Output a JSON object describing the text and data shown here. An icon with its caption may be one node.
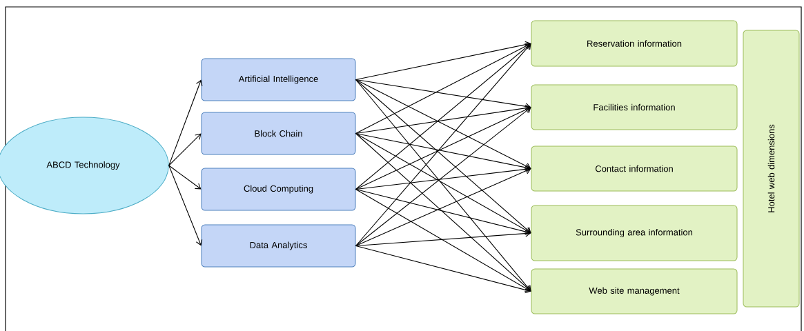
{
  "diagram": {
    "nodes": [
      {
        "text": [
          "ABCD Technology"
        ]
      },
      {
        "text": [
          "Artificial Intelligence"
        ]
      },
      {
        "text": [
          "Block Chain"
        ]
      },
      {
        "text": [
          "Cloud Computing"
        ]
      },
      {
        "text": [
          "Data Analytics"
        ]
      },
      {
        "text": [
          "Reservation information"
        ]
      },
      {
        "text": [
          "Facilities information"
        ]
      },
      {
        "text": [
          "Contact information"
        ]
      },
      {
        "text": [
          "Surrounding area information"
        ]
      },
      {
        "text": [
          "Web site management"
        ]
      },
      {
        "text": [
          "Hotel web dimensions"
        ]
      }
    ],
    "edges": [
      {
        "from": 0,
        "to": 1,
        "arrow": "to"
      },
      {
        "from": 0,
        "to": 2,
        "arrow": "to"
      },
      {
        "from": 0,
        "to": 3,
        "arrow": "to"
      },
      {
        "from": 0,
        "to": 4,
        "arrow": "to"
      },
      {
        "from": 1,
        "to": 5,
        "arrow": "to"
      },
      {
        "from": 1,
        "to": 6,
        "arrow": "to"
      },
      {
        "from": 1,
        "to": 7,
        "arrow": "to"
      },
      {
        "from": 1,
        "to": 8,
        "arrow": "to"
      },
      {
        "from": 1,
        "to": 9,
        "arrow": "to"
      },
      {
        "from": 2,
        "to": 5,
        "arrow": "to"
      },
      {
        "from": 2,
        "to": 6,
        "arrow": "to"
      },
      {
        "from": 2,
        "to": 7,
        "arrow": "to"
      },
      {
        "from": 2,
        "to": 8,
        "arrow": "to"
      },
      {
        "from": 2,
        "to": 9,
        "arrow": "to"
      },
      {
        "from": 3,
        "to": 5,
        "arrow": "to"
      },
      {
        "from": 3,
        "to": 6,
        "arrow": "to"
      },
      {
        "from": 3,
        "to": 7,
        "arrow": "to"
      },
      {
        "from": 3,
        "to": 8,
        "arrow": "to"
      },
      {
        "from": 3,
        "to": 9,
        "arrow": "to"
      },
      {
        "from": 4,
        "to": 5,
        "arrow": "to"
      },
      {
        "from": 4,
        "to": 6,
        "arrow": "to"
      },
      {
        "from": 4,
        "to": 7,
        "arrow": "to"
      },
      {
        "from": 4,
        "to": 8,
        "arrow": "to"
      },
      {
        "from": 4,
        "to": 9,
        "arrow": "to"
      }
    ]
  }
}
